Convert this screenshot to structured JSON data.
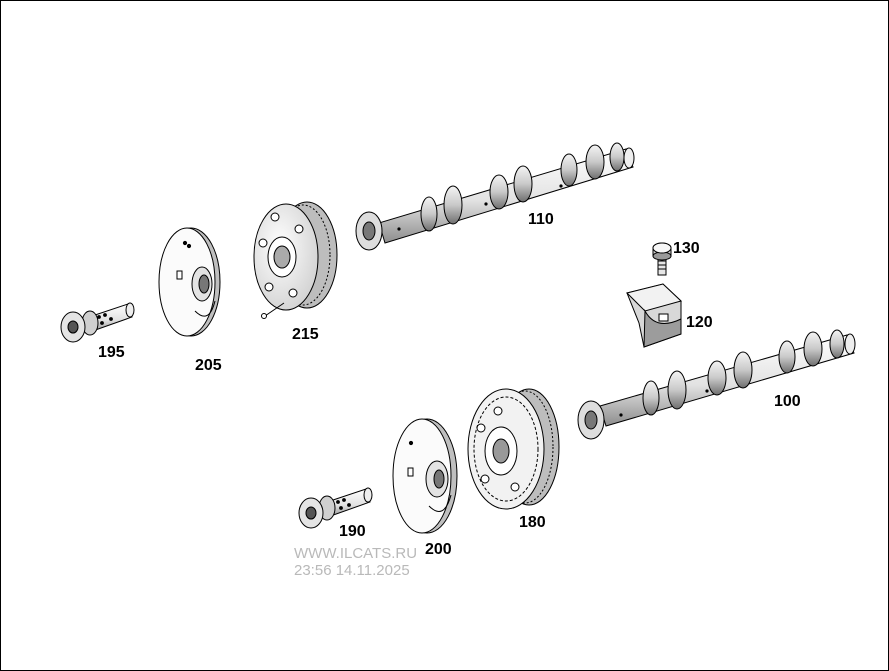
{
  "callouts": {
    "p110": "110",
    "p130": "130",
    "p120": "120",
    "p215": "215",
    "p195": "195",
    "p205": "205",
    "p100": "100",
    "p190": "190",
    "p200": "200",
    "p180": "180"
  },
  "watermark": {
    "site": "WWW.ILCATS.RU",
    "timestamp": "23:56 14.11.2025"
  },
  "colors": {
    "line": "#000000",
    "part_fill": "#ffffff",
    "shade_light": "#d6d6d6",
    "shade_dark": "#8a8a8a",
    "watermark": "#b9b9b9"
  }
}
